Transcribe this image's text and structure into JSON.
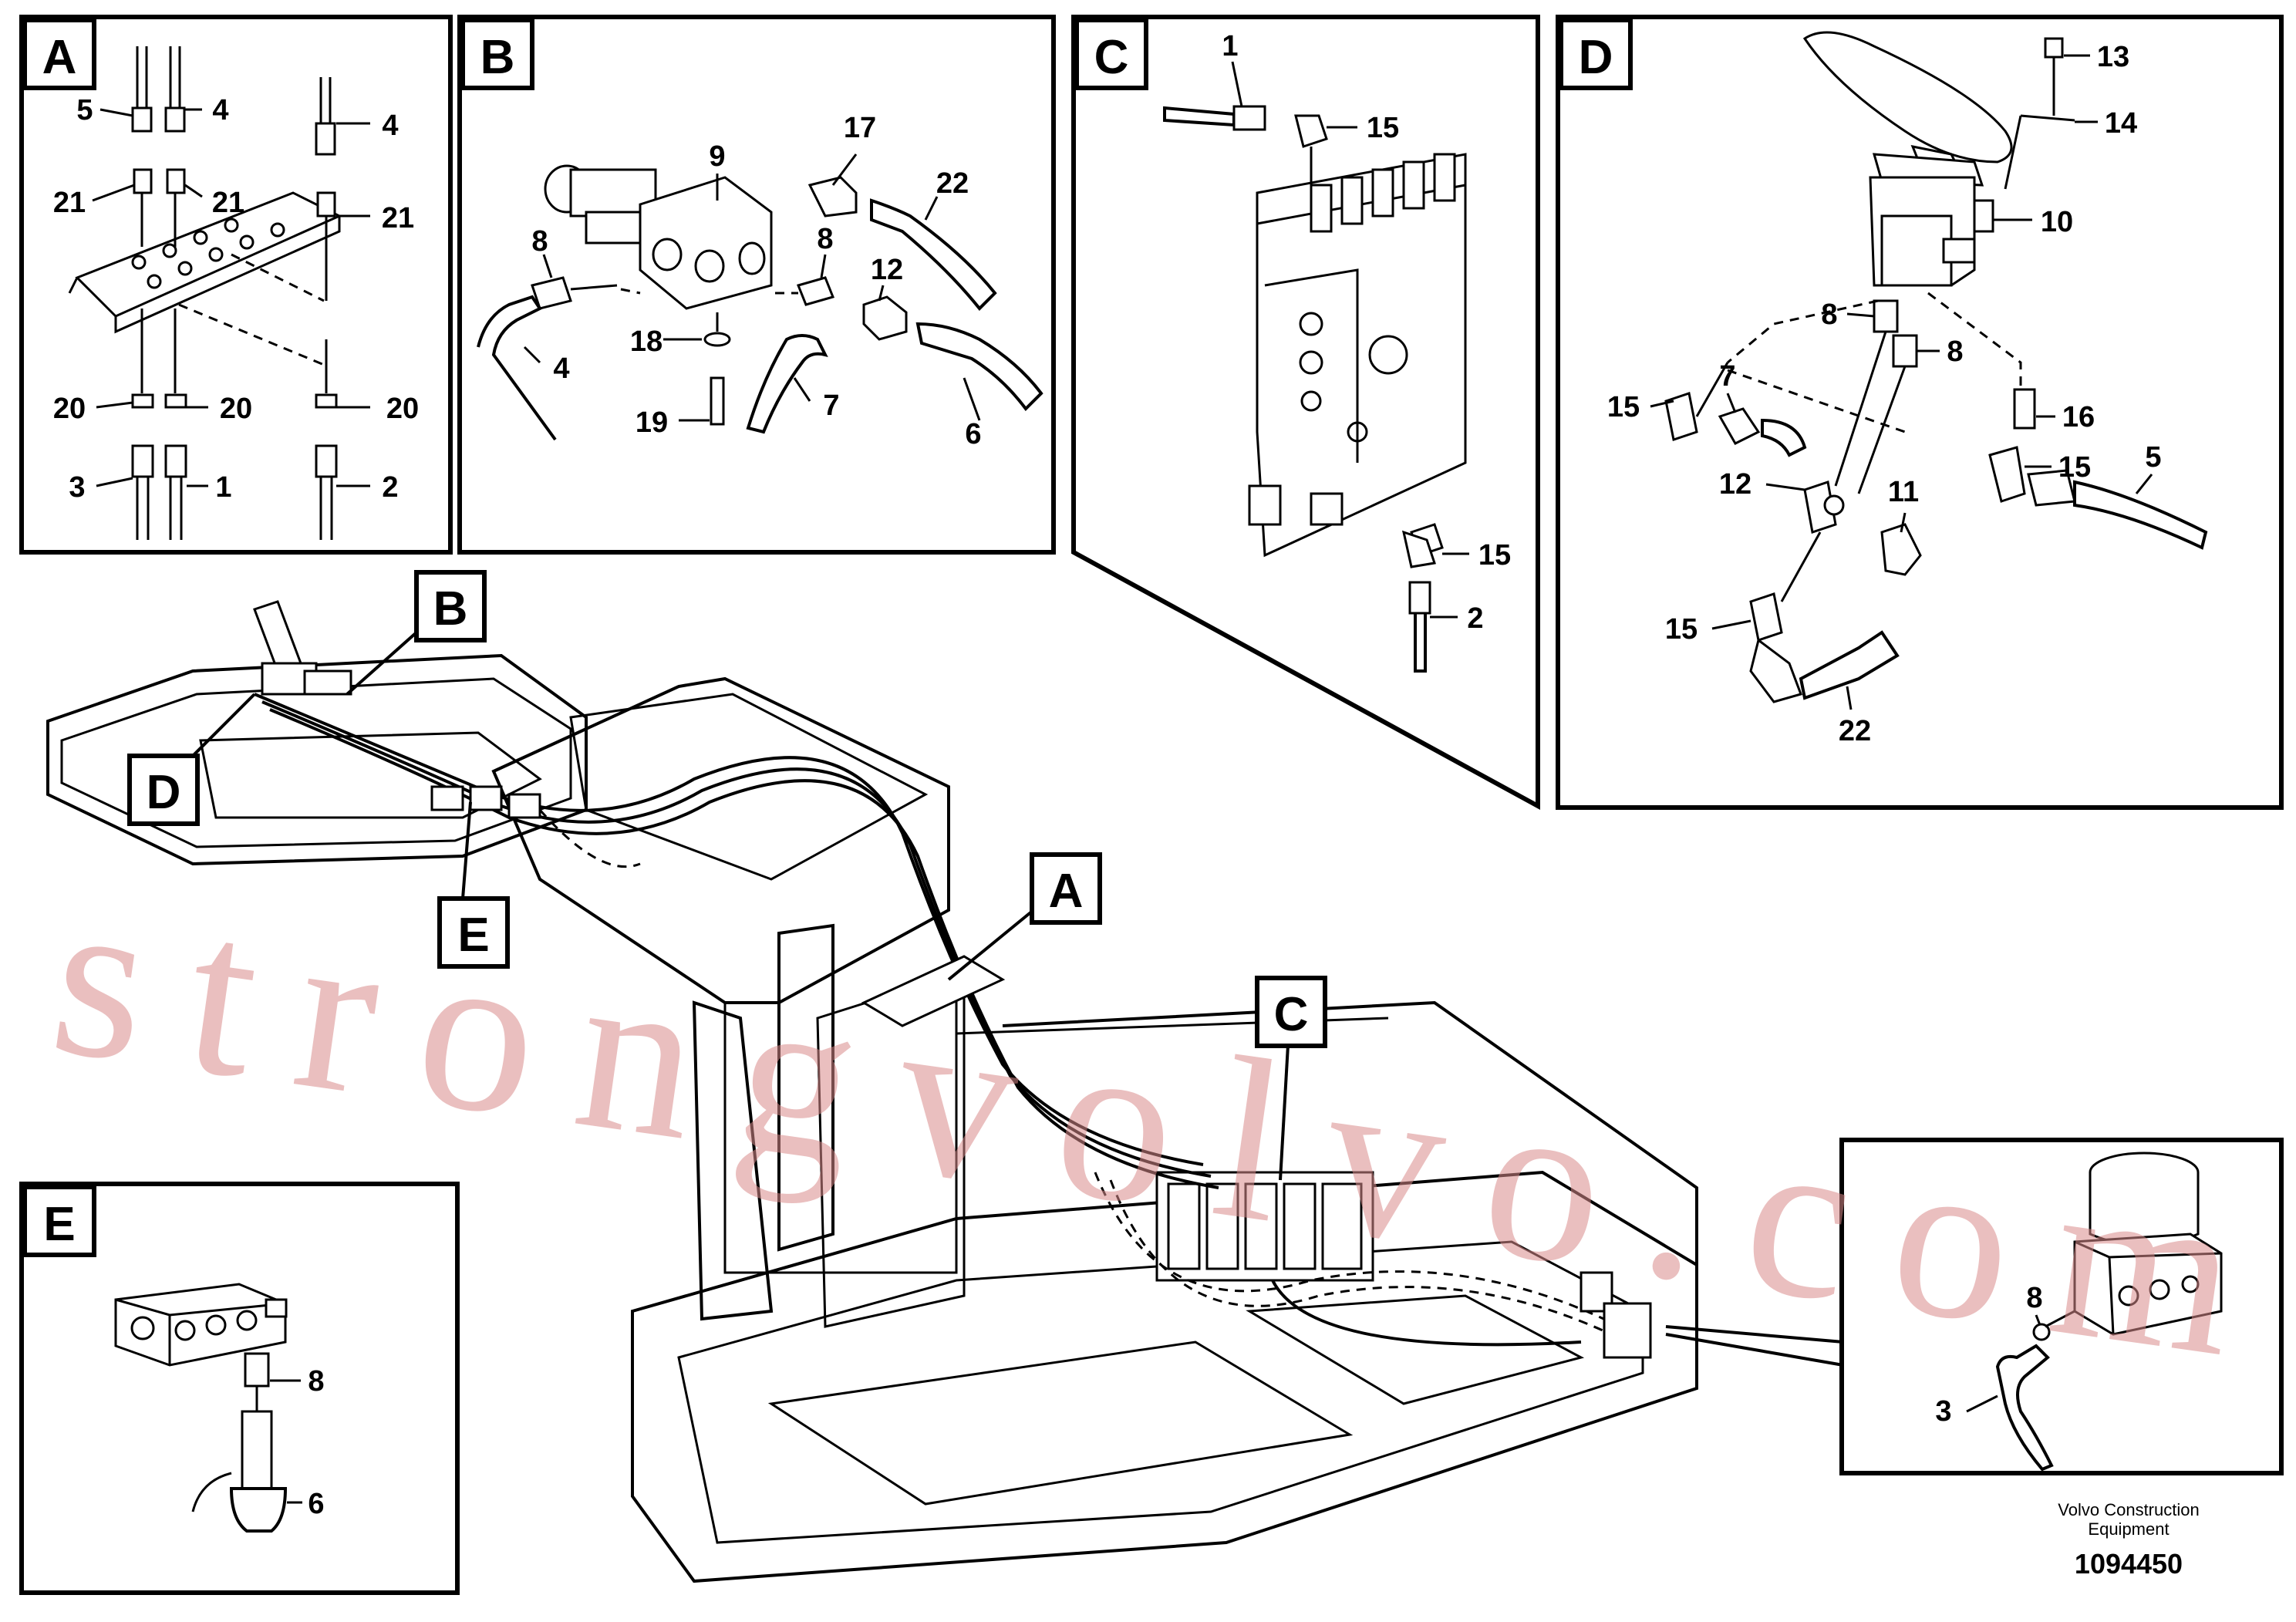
{
  "panels": {
    "A": {
      "label": "A",
      "callouts": [
        "5",
        "4",
        "4",
        "21",
        "21",
        "21",
        "20",
        "20",
        "20",
        "3",
        "1",
        "2"
      ]
    },
    "B": {
      "label": "B",
      "callouts": [
        "9",
        "17",
        "22",
        "8",
        "8",
        "12",
        "4",
        "18",
        "7",
        "19",
        "6"
      ]
    },
    "C": {
      "label": "C",
      "callouts": [
        "1",
        "15",
        "15",
        "2"
      ]
    },
    "D": {
      "label": "D",
      "callouts": [
        "13",
        "14",
        "10",
        "8",
        "8",
        "15",
        "7",
        "16",
        "15",
        "5",
        "12",
        "11",
        "15",
        "22"
      ]
    },
    "E": {
      "label": "E",
      "callouts": [
        "8",
        "6"
      ]
    },
    "F": {
      "callouts": [
        "8",
        "3"
      ]
    }
  },
  "main_labels": [
    "B",
    "D",
    "E",
    "A",
    "C"
  ],
  "watermark": "strongvolvo.com",
  "footer": {
    "company_line1": "Volvo Construction",
    "company_line2": "Equipment",
    "drawing_number": "1094450"
  },
  "colors": {
    "ink": "#000000",
    "background": "#ffffff",
    "watermark": "#d98a8a"
  }
}
